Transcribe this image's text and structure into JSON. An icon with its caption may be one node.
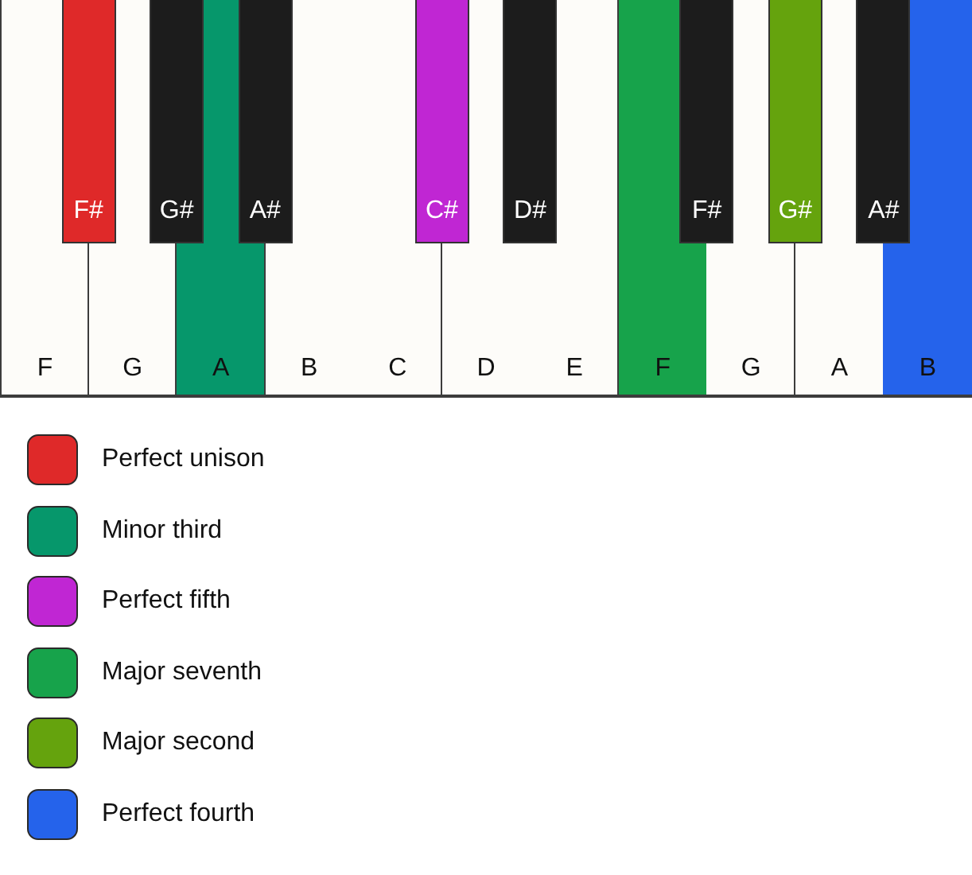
{
  "diagram": {
    "nodes": [
      {
        "text": [
          "F"
        ]
      },
      {
        "text": [
          "F#"
        ]
      },
      {
        "text": [
          "G"
        ]
      },
      {
        "text": [
          "G#"
        ]
      },
      {
        "text": [
          "A"
        ]
      },
      {
        "text": [
          "A#"
        ]
      },
      {
        "text": [
          "B"
        ]
      },
      {
        "text": [
          "C"
        ]
      },
      {
        "text": [
          "C#"
        ]
      },
      {
        "text": [
          "D"
        ]
      },
      {
        "text": [
          "D#"
        ]
      },
      {
        "text": [
          "E"
        ]
      },
      {
        "text": [
          "F"
        ]
      },
      {
        "text": [
          "F#"
        ]
      },
      {
        "text": [
          "G"
        ]
      },
      {
        "text": [
          "G#"
        ]
      },
      {
        "text": [
          "A"
        ]
      },
      {
        "text": [
          "A#"
        ]
      },
      {
        "text": [
          "B"
        ]
      }
    ],
    "legend": [
      {
        "text": "Perfect unison",
        "color": "#df2929"
      },
      {
        "text": "Minor third",
        "color": "#06976b"
      },
      {
        "text": "Perfect fifth",
        "color": "#c026d3"
      },
      {
        "text": "Major seventh",
        "color": "#17a34b"
      },
      {
        "text": "Major second",
        "color": "#65a30d"
      },
      {
        "text": "Perfect fourth",
        "color": "#2563eb"
      }
    ]
  }
}
